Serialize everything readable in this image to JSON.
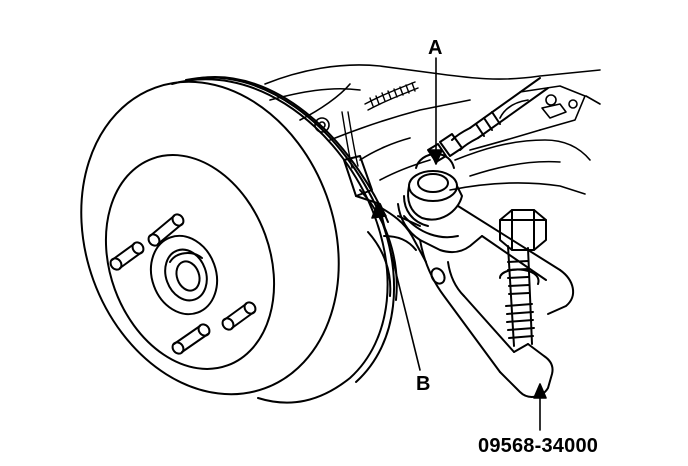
{
  "callouts": {
    "a": "A",
    "b": "B",
    "tool_number": "09568-34000"
  },
  "colors": {
    "ink": "#000000",
    "paper": "#ffffff"
  },
  "parts": [
    "brake-disc",
    "wheel-hub",
    "wheel-studs",
    "ball-joint",
    "tie-rod",
    "steering-knuckle-arm",
    "ball-joint-remover-tool"
  ]
}
